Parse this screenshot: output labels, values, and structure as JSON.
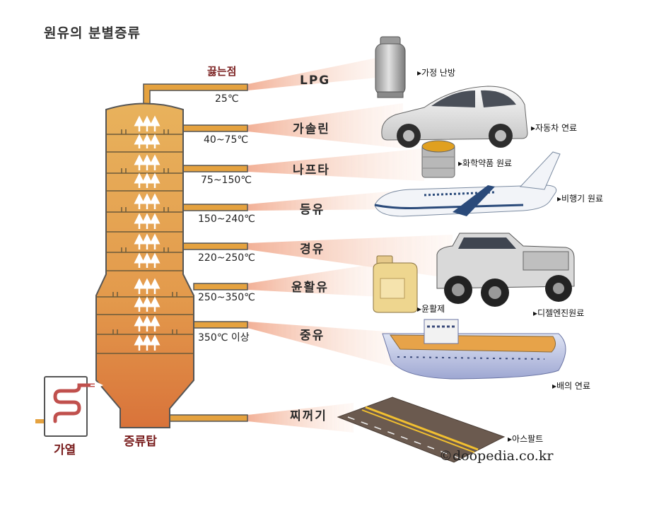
{
  "title": "원유의 분별증류",
  "boiling_point_header": "끓는점",
  "tower_label": "증류탑",
  "heater_label": "가열",
  "fractions": [
    {
      "name": "LPG",
      "temperature": "25℃",
      "use": "▸가정 난방"
    },
    {
      "name": "가솔린",
      "temperature": "40~75℃",
      "use": "▸자동차 연료"
    },
    {
      "name": "나프타",
      "temperature": "75~150℃",
      "use": "▸화학약품 원료"
    },
    {
      "name": "등유",
      "temperature": "150~240℃",
      "use": "▸비행기 원료"
    },
    {
      "name": "경유",
      "temperature": "220~250℃",
      "use": "▸디젤엔진원료"
    },
    {
      "name": "윤활유",
      "temperature": "250~350℃",
      "use": "▸윤활제"
    },
    {
      "name": "중유",
      "temperature": "350℃ 이상",
      "use": "▸배의 연료"
    },
    {
      "name": "찌꺼기",
      "temperature": "",
      "use": "▸아스팔트"
    }
  ],
  "illustrations": [
    "gas-cylinder-icon",
    "car-icon",
    "chemical-drum-icon",
    "airplane-icon",
    "pickup-truck-icon",
    "oil-jug-icon",
    "ship-icon",
    "asphalt-road-icon"
  ],
  "copyright": "©doopedia.co.kr",
  "colors": {
    "tower_top": "#e8b25c",
    "tower_bottom": "#d9733a",
    "pipe": "#e5a23f",
    "outline": "#555555",
    "heater": "#c0504d",
    "label_red": "#7a1f1f",
    "beam": "#f2b8a0"
  }
}
